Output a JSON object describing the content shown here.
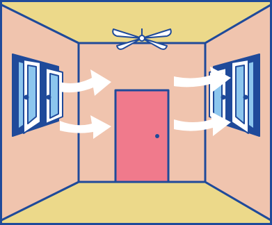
{
  "colors": {
    "outline": "#1f4a9a",
    "ceiling": "#ecd98a",
    "floor": "#ecd98a",
    "side_wall": "#f0c4ae",
    "back_wall": "#f0c4ae",
    "door": "#f07a8c",
    "door_knob": "#1f4a9a",
    "window_glass": "#8cc6ee",
    "window_frame": "#1f4a9a",
    "window_sash": "#ffffff",
    "airflow_arrow": "#ffffff",
    "ceiling_fan": "#ffffff"
  },
  "elements": {
    "ceiling_fan": "ceiling-fan-icon",
    "door": "door",
    "left_window": "open-window-left",
    "right_window": "open-window-right",
    "airflow": [
      "airflow-arrow-left-upper",
      "airflow-arrow-left-lower",
      "airflow-arrow-right-upper",
      "airflow-arrow-right-lower"
    ]
  }
}
